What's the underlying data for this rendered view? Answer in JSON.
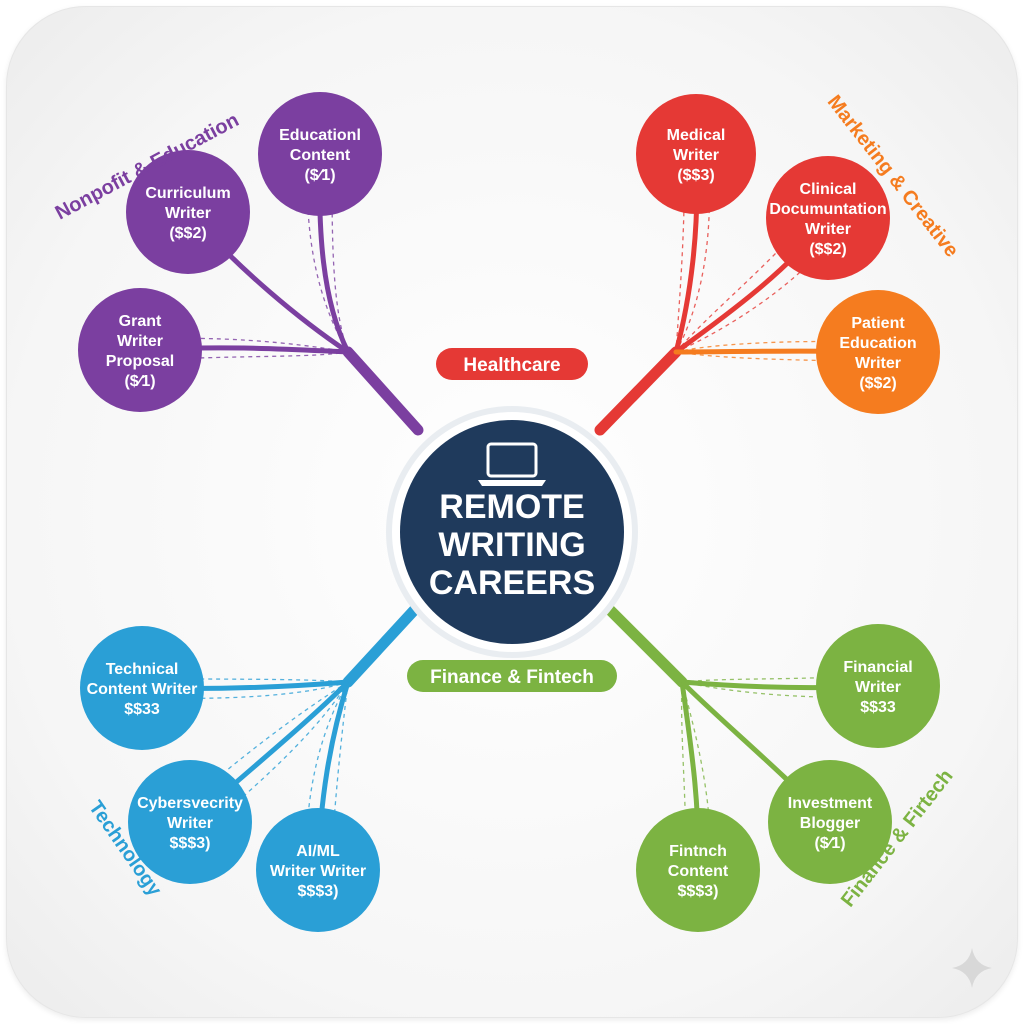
{
  "center": {
    "lines": [
      "REMOTE",
      "WRITING",
      "CAREERS"
    ],
    "icon": "laptop-icon",
    "color": "#1f3a5c",
    "ring": "#ffffff"
  },
  "pills": [
    {
      "id": "healthcare",
      "label": "Healthcare",
      "color": "#e53935"
    },
    {
      "id": "finance",
      "label": "Finance & Fintech",
      "color": "#7cb342"
    }
  ],
  "branches": [
    {
      "id": "nonprofit",
      "label": "Nonpofit & Education",
      "color": "#7b3fa0",
      "nodes": [
        {
          "id": "educational-content",
          "lines": [
            "Educationl",
            "Content",
            "($⁄1)"
          ]
        },
        {
          "id": "curriculum-writer",
          "lines": [
            "Curriculum",
            "Writer",
            "($$2)"
          ]
        },
        {
          "id": "grant-writer",
          "lines": [
            "Grant",
            "Writer",
            "Proposal",
            "($⁄1)"
          ]
        }
      ]
    },
    {
      "id": "marketing",
      "label": "Marketing & Creative",
      "color": "#e53935",
      "nodes": [
        {
          "id": "medical-writer",
          "lines": [
            "Medical",
            "Writer",
            "($$3)"
          ],
          "color": "#e53935"
        },
        {
          "id": "clinical-writer",
          "lines": [
            "Clinical",
            "Documuntation",
            "Writer",
            "($$2)"
          ],
          "color": "#e53935"
        },
        {
          "id": "patient-education-writer",
          "lines": [
            "Patient",
            "Education",
            "Writer",
            "($$2)"
          ],
          "color": "#f57c1f"
        }
      ],
      "label_color": "#f57c1f"
    },
    {
      "id": "technology",
      "label": "Technology",
      "color": "#2a9fd6",
      "nodes": [
        {
          "id": "technical-content-writer",
          "lines": [
            "Technical",
            "Content Writer",
            "$$33"
          ]
        },
        {
          "id": "cybersecurity-writer",
          "lines": [
            "Cybersvecrity",
            "Writer",
            "$$$3)"
          ]
        },
        {
          "id": "aiml-writer",
          "lines": [
            "AI/ML",
            "Writer Writer",
            "$$$3)"
          ]
        }
      ]
    },
    {
      "id": "finance-fintech",
      "label": "Finance & Firtech",
      "color": "#7cb342",
      "nodes": [
        {
          "id": "financial-writer",
          "lines": [
            "Financial",
            "Writer",
            "$$33"
          ]
        },
        {
          "id": "investment-blogger",
          "lines": [
            "Investment",
            "Blogger",
            "($⁄1)"
          ]
        },
        {
          "id": "fintech-content",
          "lines": [
            "Fintnch",
            "Content",
            "$$$3)"
          ]
        }
      ]
    }
  ],
  "corner_icon": "sparkle-icon"
}
